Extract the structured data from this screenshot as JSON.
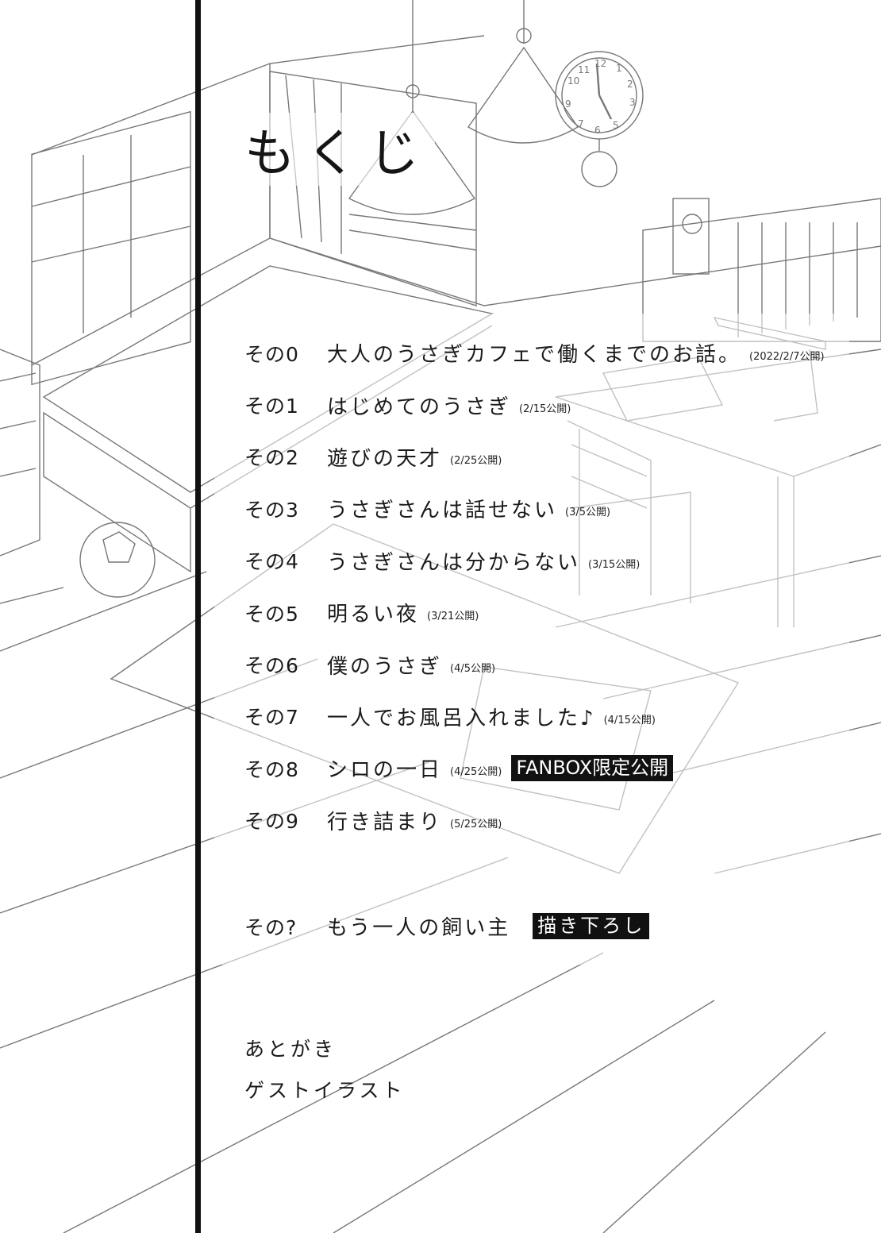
{
  "title": "もくじ",
  "entries": [
    {
      "num": "その0",
      "title": "大人のうさぎカフェで働くまでのお話。",
      "date": "(2022/2/7公開)",
      "badge": ""
    },
    {
      "num": "その1",
      "title": "はじめてのうさぎ",
      "date": "(2/15公開)",
      "badge": ""
    },
    {
      "num": "その2",
      "title": "遊びの天才",
      "date": "(2/25公開)",
      "badge": ""
    },
    {
      "num": "その3",
      "title": "うさぎさんは話せない",
      "date": "(3/5公開)",
      "badge": ""
    },
    {
      "num": "その4",
      "title": "うさぎさんは分からない",
      "date": "(3/15公開)",
      "badge": ""
    },
    {
      "num": "その5",
      "title": "明るい夜",
      "date": "(3/21公開)",
      "badge": ""
    },
    {
      "num": "その6",
      "title": "僕のうさぎ",
      "date": "(4/5公開)",
      "badge": ""
    },
    {
      "num": "その7",
      "title": "一人でお風呂入れました♪",
      "date": "(4/15公開)",
      "badge": ""
    },
    {
      "num": "その8",
      "title": "シロの一日",
      "date": "(4/25公開)",
      "badge": "FANBOX限定公開"
    },
    {
      "num": "その9",
      "title": "行き詰まり",
      "date": "(5/25公開)",
      "badge": ""
    }
  ],
  "extra": {
    "num": "その?",
    "title": "もう一人の飼い主",
    "badge": "描き下ろし"
  },
  "afterword": "あとがき",
  "guest": "ゲストイラスト",
  "clock_numbers": [
    "11",
    "12",
    "1",
    "10",
    "2",
    "3",
    "9",
    "7",
    "6",
    "5"
  ]
}
